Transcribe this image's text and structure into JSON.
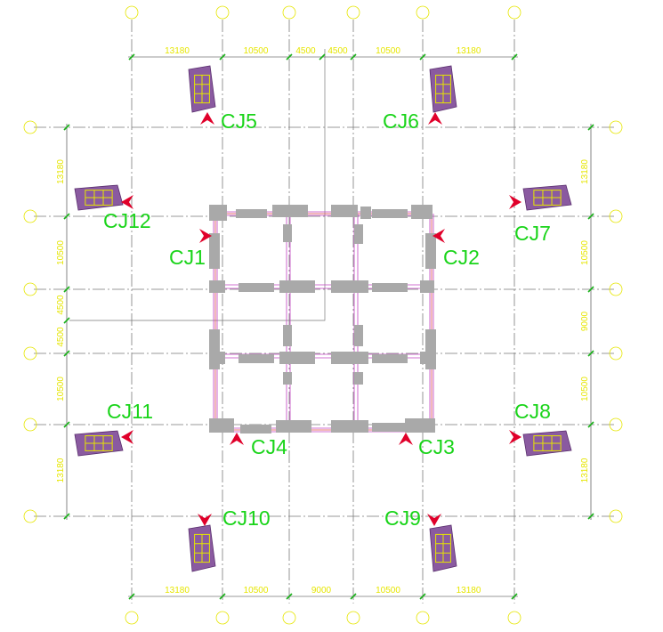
{
  "dimensions": {
    "top": [
      "13180",
      "10500",
      "4500",
      "4500",
      "10500",
      "13180"
    ],
    "bottom": [
      "13180",
      "10500",
      "9000",
      "10500",
      "13180"
    ],
    "left": [
      "13180",
      "10500",
      "4500",
      "4500",
      "10500",
      "13180"
    ],
    "right": [
      "13180",
      "10500",
      "9000",
      "10500",
      "13180"
    ]
  },
  "markers": [
    "CJ1",
    "CJ2",
    "CJ3",
    "CJ4",
    "CJ5",
    "CJ6",
    "CJ7",
    "CJ8",
    "CJ9",
    "CJ10",
    "CJ11",
    "CJ12"
  ],
  "colors": {
    "axis_line": "#7a7a7a",
    "dimension_text": "#e6e600",
    "dimension_tick": "#19b019",
    "label_text": "#19d419",
    "arrow": "#e0002a",
    "structure": "#a9a9a9",
    "beam": "#c040c0",
    "equipment_fill": "#8a5aa0",
    "equipment_grid": "#e6e600"
  }
}
